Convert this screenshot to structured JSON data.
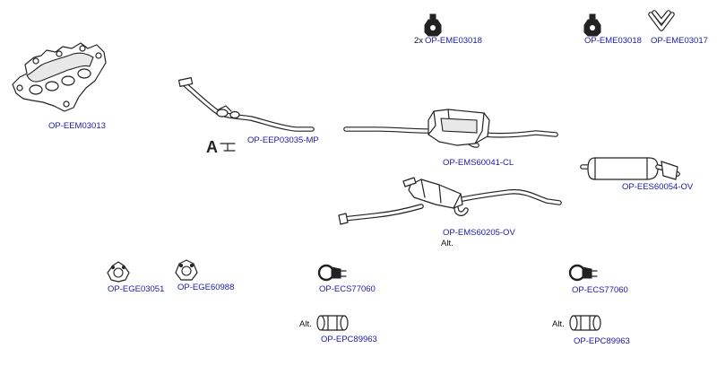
{
  "diagram": {
    "background": "#ffffff",
    "label_color": "#1a1aa8",
    "part_line_color": "#222222",
    "parts": [
      {
        "code": "OP-EEM03013",
        "icon": "exhaust-manifold-icon"
      },
      {
        "code": "OP-EEP03035-MP",
        "icon": "front-pipe-icon"
      },
      {
        "code": "OP-EME03018",
        "icon": "rubber-mount-icon",
        "qty": "2x"
      },
      {
        "code": "OP-EME03018",
        "icon": "rubber-mount-icon"
      },
      {
        "code": "OP-EME03017",
        "icon": "hanger-bracket-icon"
      },
      {
        "code": "OP-EMS60041-CL",
        "icon": "center-silencer-icon"
      },
      {
        "code": "OP-EES60054-OV",
        "icon": "rear-silencer-icon"
      },
      {
        "code": "OP-EMS60205-OV",
        "icon": "middle-silencer-icon",
        "note": "Alt."
      },
      {
        "code": "OP-EGE03051",
        "icon": "gasket-icon"
      },
      {
        "code": "OP-EGE60988",
        "icon": "gasket-icon"
      },
      {
        "code": "OP-ECS77060",
        "icon": "clamp-icon"
      },
      {
        "code": "OP-EPC89963",
        "icon": "pipe-connector-icon",
        "note": "Alt."
      },
      {
        "code": "OP-ECS77060",
        "icon": "clamp-icon"
      },
      {
        "code": "OP-EPC89963",
        "icon": "pipe-connector-icon",
        "note": "Alt."
      }
    ],
    "mark": "A"
  }
}
